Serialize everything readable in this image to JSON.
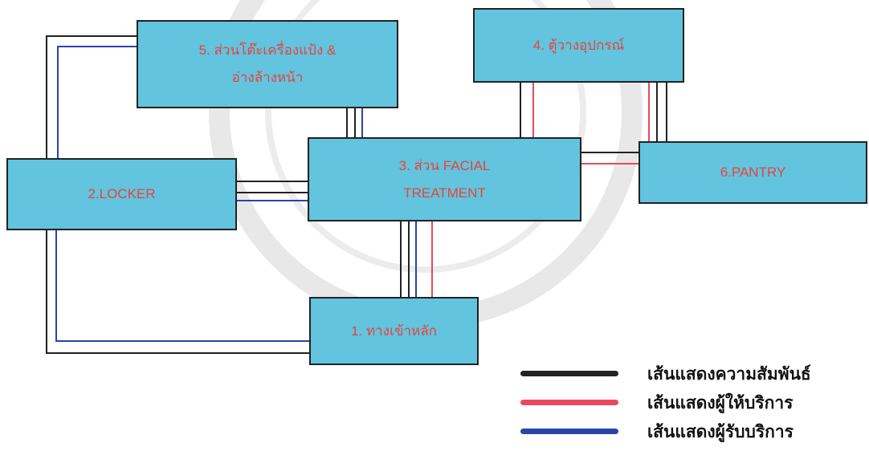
{
  "colors": {
    "relationship": "#222222",
    "staff": "#e84a5c",
    "customer": "#2845a8",
    "room_fill": "#62c4de",
    "room_text": "#e8433c"
  },
  "rooms": {
    "entrance": "1. ทางเข้าหลัก",
    "locker": "2.LOCKER",
    "facial_line1": "3. ส่วน FACIAL",
    "facial_line2": "TREATMENT",
    "equipment_cabinet": "4. ตู้วางอุปกรณ์",
    "vanity_line1": "5. ส่วนโต๊ะเครื่องแป้ง &",
    "vanity_line2": "อ่างล้างหน้า",
    "pantry": "6.PANTRY"
  },
  "legend": {
    "relationship": "เส้นแสดงความสัมพันธ์",
    "staff": "เส้นแสดงผู้ให้บริการ",
    "customer": "เส้นแสดงผู้รับบริการ"
  }
}
